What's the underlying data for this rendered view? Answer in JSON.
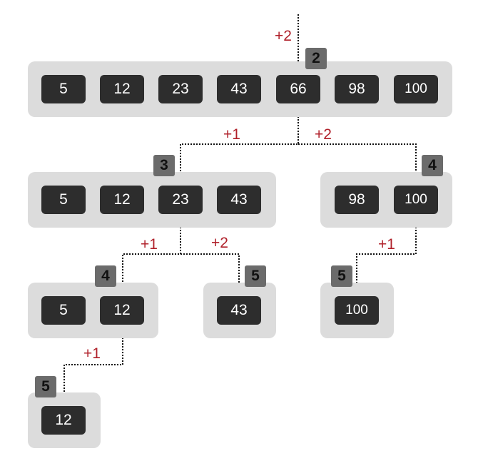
{
  "root": {
    "badge": "2",
    "entry_label": "+2",
    "cells": [
      "5",
      "12",
      "23",
      "43",
      "66",
      "98",
      "100"
    ]
  },
  "level1_left": {
    "badge": "3",
    "edge_label": "+1",
    "cells": [
      "5",
      "12",
      "23",
      "43"
    ]
  },
  "level1_right": {
    "badge": "4",
    "edge_label": "+2",
    "cells": [
      "98",
      "100"
    ]
  },
  "level2_left": {
    "badge": "4",
    "edge_label": "+1",
    "cells": [
      "5",
      "12"
    ]
  },
  "level2_mid": {
    "badge": "5",
    "edge_label": "+2",
    "cells": [
      "43"
    ]
  },
  "level2_right": {
    "badge": "5",
    "edge_label": "+1",
    "cells": [
      "100"
    ]
  },
  "level3": {
    "badge": "5",
    "edge_label": "+1",
    "cells": [
      "12"
    ]
  },
  "colors": {
    "group_bg": "#dcdcdc",
    "cell_bg": "#2d2d2d",
    "badge_bg": "#6b6b6b",
    "edge_label": "#b0202a",
    "edge_line": "#111111"
  }
}
